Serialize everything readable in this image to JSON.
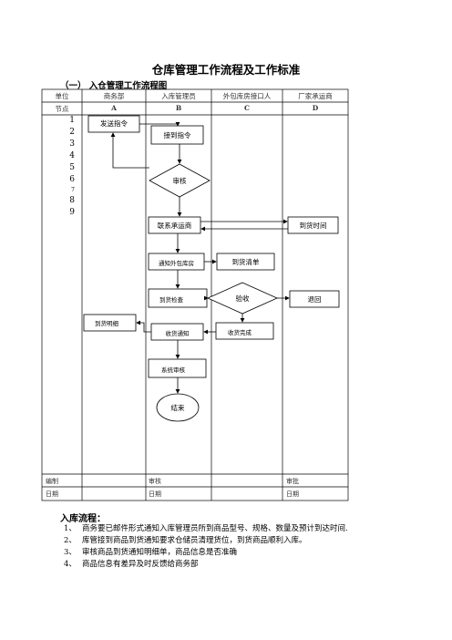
{
  "title": "仓库管理工作流程及工作标准",
  "section": "（一） 入仓管理工作流程图",
  "header_row1": [
    "单位",
    "商务部",
    "入库管理员",
    "外包库房接口人",
    "厂家承运商"
  ],
  "header_row2": [
    "节点",
    "A",
    "B",
    "C",
    "D"
  ],
  "node_numbers": [
    "1",
    "2",
    "3",
    "4",
    "5",
    "6",
    "7",
    "8",
    "9"
  ],
  "flow": {
    "send_instruction": "发送指令",
    "receive_instruction": "接到指令",
    "review": "审核",
    "contact_carrier": "联系承运商",
    "arrival_time": "到货时间",
    "notify_warehouse": "通知外包库房",
    "arrival_list": "到货清单",
    "arrival_check": "到货检查",
    "acceptance": "验收",
    "return": "退回",
    "arrival_detail": "到货明细",
    "receipt_notice": "收货通知",
    "receipt_complete": "收货完成",
    "system_review": "系统审核",
    "end": "结束"
  },
  "footer": {
    "prepared": "编制",
    "reviewed": "审核",
    "approved": "审批",
    "date1": "日期",
    "date2": "日期",
    "date3": "日期"
  },
  "process_heading": "入库流程：",
  "steps": [
    {
      "num": "1、",
      "text": "商务要已邮件形式通知入库管理员所到商品型号、规格、数量及预计到达时间."
    },
    {
      "num": "2、",
      "text": "库管接到商品到货通知要求仓储员清理货位，到货商品顺利入库。"
    },
    {
      "num": "3、",
      "text": "审核商品到货通知明细单，商品信息是否准确"
    },
    {
      "num": "4、",
      "text": "商品信息有差异及时反馈给商务部"
    }
  ]
}
